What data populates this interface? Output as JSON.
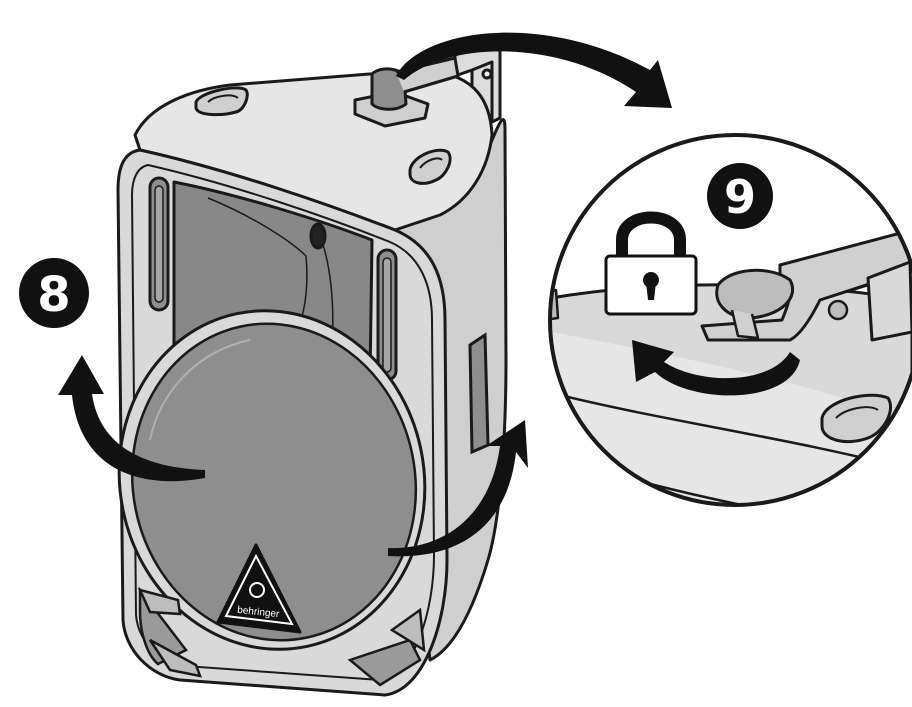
{
  "illustration": {
    "steps": [
      {
        "number": "8"
      },
      {
        "number": "9"
      }
    ],
    "logo_text": "behringer",
    "icons": [
      "padlock-icon",
      "rotate-arrow-icon",
      "curved-arrow-icon"
    ],
    "colors": {
      "outline": "#1a1a1a",
      "cabinet": "#d6d6d6",
      "cabinet_light": "#e4e4e4",
      "grille": "#8e8e8e",
      "horn": "#888888",
      "badge": "#111111"
    }
  }
}
